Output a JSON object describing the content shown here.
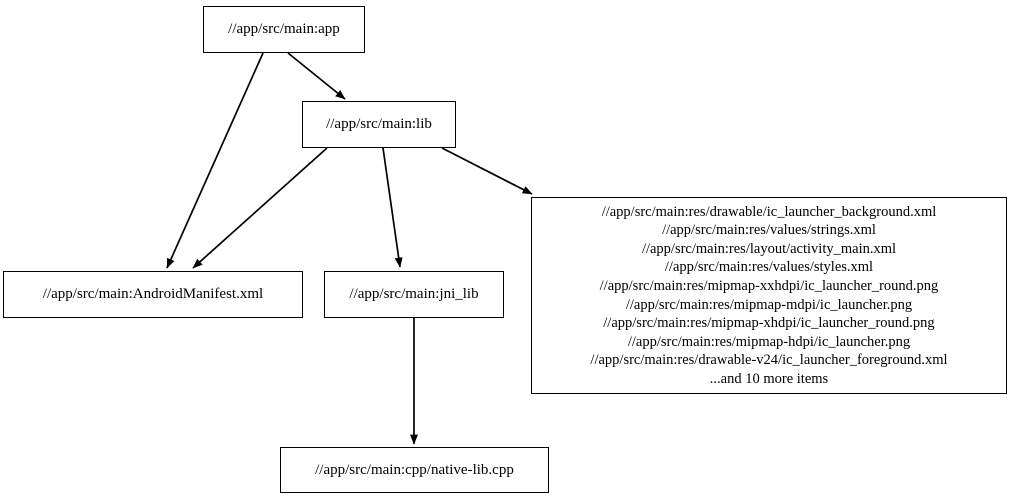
{
  "graph": {
    "type": "dependency-graph",
    "title": "",
    "background_color": "#ffffff",
    "node_border_color": "#000000",
    "edge_color": "#000000",
    "nodes": [
      {
        "id": "app",
        "label": "//app/src/main:app"
      },
      {
        "id": "lib",
        "label": "//app/src/main:lib"
      },
      {
        "id": "manifest",
        "label": "//app/src/main:AndroidManifest.xml"
      },
      {
        "id": "jni_lib",
        "label": "//app/src/main:jni_lib"
      },
      {
        "id": "cpp",
        "label": "//app/src/main:cpp/native-lib.cpp"
      },
      {
        "id": "res",
        "lines": [
          "//app/src/main:res/drawable/ic_launcher_background.xml",
          "//app/src/main:res/values/strings.xml",
          "//app/src/main:res/layout/activity_main.xml",
          "//app/src/main:res/values/styles.xml",
          "//app/src/main:res/mipmap-xxhdpi/ic_launcher_round.png",
          "//app/src/main:res/mipmap-mdpi/ic_launcher.png",
          "//app/src/main:res/mipmap-xhdpi/ic_launcher_round.png",
          "//app/src/main:res/mipmap-hdpi/ic_launcher.png",
          "//app/src/main:res/drawable-v24/ic_launcher_foreground.xml",
          "...and 10 more items"
        ]
      }
    ],
    "edges": [
      {
        "from": "app",
        "to": "lib"
      },
      {
        "from": "app",
        "to": "manifest"
      },
      {
        "from": "lib",
        "to": "manifest"
      },
      {
        "from": "lib",
        "to": "jni_lib"
      },
      {
        "from": "lib",
        "to": "res"
      },
      {
        "from": "jni_lib",
        "to": "cpp"
      }
    ]
  }
}
